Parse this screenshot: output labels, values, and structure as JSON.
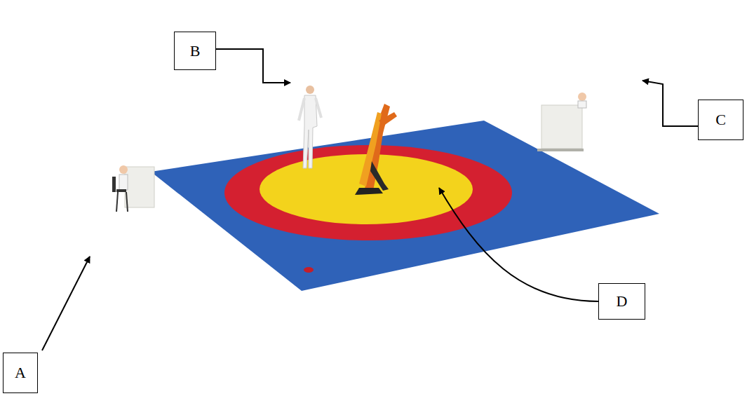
{
  "diagram": {
    "nodes": [
      {
        "text": [
          "B"
        ]
      },
      {
        "text": [
          "C"
        ]
      },
      {
        "text": [
          "D"
        ]
      },
      {
        "text": [
          "A"
        ]
      }
    ]
  }
}
